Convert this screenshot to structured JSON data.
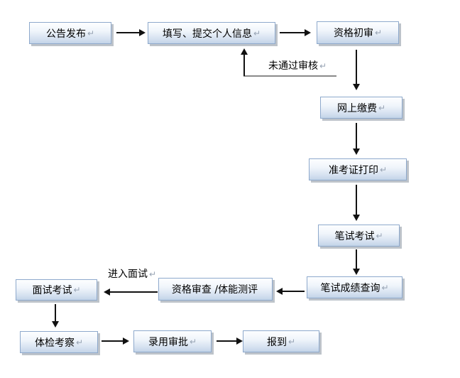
{
  "diagram": {
    "type": "flowchart",
    "background": "#ffffff",
    "colors": {
      "node_border": "#8ea9cc",
      "node_fill_top": "#fdfeff",
      "node_fill_bottom": "#c3d4e8",
      "node_shadow": "#bdc3ca",
      "arrow": "#111111",
      "feedback_line": "#8a8a8a",
      "return_mark": "#97a3b3",
      "text": "#000000"
    },
    "nodes": [
      {
        "id": "announcement",
        "label": "公告发布",
        "mark": "↵"
      },
      {
        "id": "fill-submit-personal-info",
        "label": "填写、提交个人信息",
        "mark": "↵"
      },
      {
        "id": "initial-qualification-review",
        "label": "资格初审",
        "mark": "↵"
      },
      {
        "id": "online-payment",
        "label": "网上缴费",
        "mark": "↵"
      },
      {
        "id": "admission-ticket-print",
        "label": "准考证打印",
        "mark": "↵"
      },
      {
        "id": "written-exam",
        "label": "笔试考试",
        "mark": "↵"
      },
      {
        "id": "written-score-query",
        "label": "笔试成绩查询",
        "mark": "↵"
      },
      {
        "id": "qualification-check-physical-test",
        "label": "资格审查 /体能测评",
        "mark": ""
      },
      {
        "id": "interview-exam",
        "label": "面试考试",
        "mark": "↵"
      },
      {
        "id": "physical-exam-inspection",
        "label": "体检考察",
        "mark": "↵"
      },
      {
        "id": "hiring-approval",
        "label": "录用审批",
        "mark": "↵"
      },
      {
        "id": "report-for-duty",
        "label": "报到",
        "mark": "↵"
      }
    ],
    "edge_labels": [
      {
        "id": "not-pass-review",
        "text": "未通过审核",
        "mark": "↵"
      },
      {
        "id": "enter-interview",
        "text": "进入面试",
        "mark": "↵"
      }
    ]
  }
}
